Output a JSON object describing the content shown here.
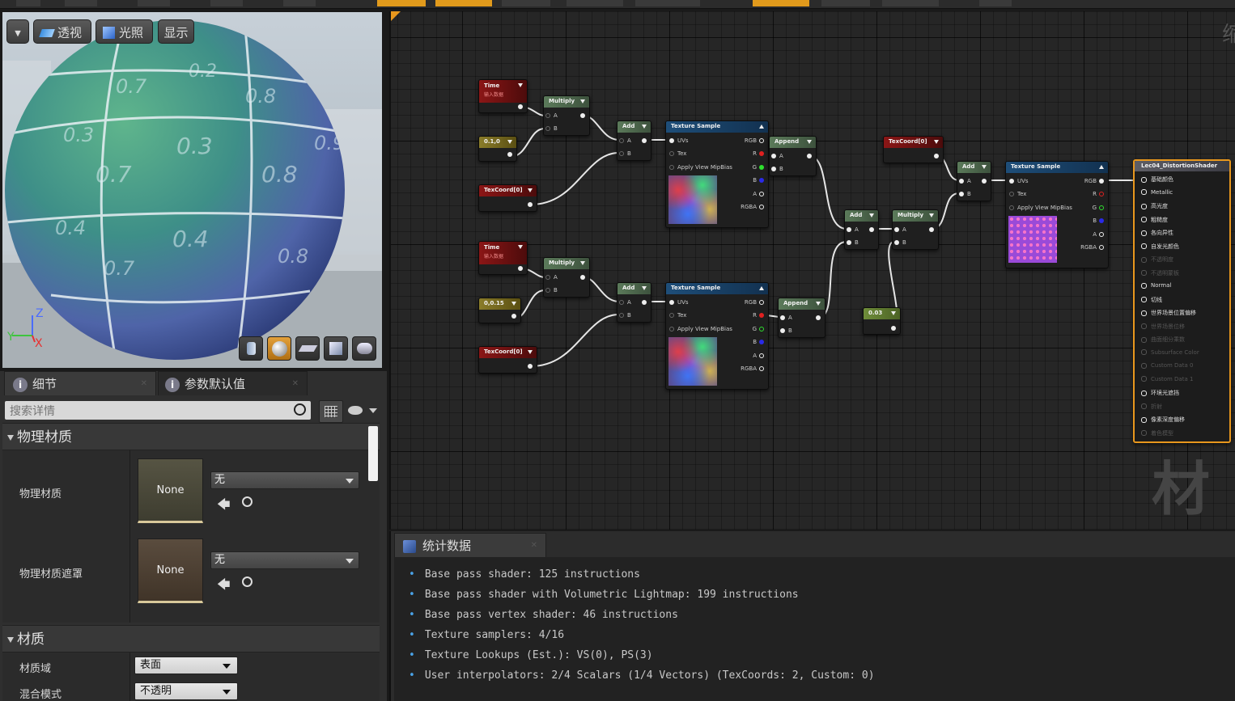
{
  "viewport": {
    "dropdown_label": "▾",
    "perspective_label": "透视",
    "lighting_label": "光照",
    "show_label": "显示",
    "sphere_labels": [
      "0.2",
      "0.7",
      "0.8",
      "0.3",
      "0.3",
      "0.7",
      "0.8",
      "0.4",
      "0.4",
      "0.7",
      "0.8",
      "0.9"
    ],
    "axis_z": "Z",
    "axis_y": "Y",
    "axis_x": "X"
  },
  "details": {
    "tab_details": "细节",
    "tab_defaults": "参数默认值",
    "search_placeholder": "搜索详情",
    "section_physical": "物理材质",
    "row_physical": "物理材质",
    "row_physical_mask": "物理材质遮罩",
    "thumb_none": "None",
    "combo_none": "无",
    "section_material": "材质",
    "row_domain": "材质域",
    "row_blend": "混合模式",
    "domain_value": "表面",
    "blend_value": "不透明"
  },
  "graph": {
    "watermark_top": "缩",
    "watermark_bottom": "材质",
    "nodes": {
      "time1": {
        "title": "Time",
        "sub": "输入数据"
      },
      "time2": {
        "title": "Time",
        "sub": "输入数据"
      },
      "const1": "0.1,0",
      "const2": "0,0.15",
      "const3": "0.03",
      "texcoord": "TexCoord[0]",
      "multiply": "Multiply",
      "add": "Add",
      "append": "Append",
      "texture_sample": "Texture Sample",
      "pin_a": "A",
      "pin_b": "B",
      "pin_uvs": "UVs",
      "pin_tex": "Tex",
      "pin_mip": "Apply View MipBias",
      "out_rgb": "RGB",
      "out_r": "R",
      "out_g": "G",
      "out_b": "B",
      "out_a": "A",
      "out_rgba": "RGBA"
    },
    "main_node": {
      "title": "Lec04_DistortionShader",
      "pins": [
        {
          "label": "基础颜色",
          "active": true
        },
        {
          "label": "Metallic",
          "active": true
        },
        {
          "label": "高光度",
          "active": true
        },
        {
          "label": "粗糙度",
          "active": true
        },
        {
          "label": "各向异性",
          "active": true
        },
        {
          "label": "自发光颜色",
          "active": true
        },
        {
          "label": "不透明度",
          "active": false
        },
        {
          "label": "不透明蒙板",
          "active": false
        },
        {
          "label": "Normal",
          "active": true
        },
        {
          "label": "切线",
          "active": true
        },
        {
          "label": "世界场景位置偏移",
          "active": true
        },
        {
          "label": "世界场景位移",
          "active": false
        },
        {
          "label": "曲面细分乘数",
          "active": false
        },
        {
          "label": "Subsurface Color",
          "active": false
        },
        {
          "label": "Custom Data 0",
          "active": false
        },
        {
          "label": "Custom Data 1",
          "active": false
        },
        {
          "label": "环境光遮挡",
          "active": true
        },
        {
          "label": "折射",
          "active": false
        },
        {
          "label": "像素深度偏移",
          "active": true
        },
        {
          "label": "着色模型",
          "active": false
        }
      ]
    }
  },
  "stats": {
    "tab_label": "统计数据",
    "lines": [
      "Base pass shader: 125 instructions",
      "Base pass shader with Volumetric Lightmap: 199 instructions",
      "Base pass vertex shader: 46 instructions",
      "Texture samplers: 4/16",
      "Texture Lookups (Est.): VS(0), PS(3)",
      "User interpolators: 2/4 Scalars (1/4 Vectors) (TexCoords: 2, Custom: 0)"
    ]
  },
  "colors": {
    "accent": "#e8971d",
    "stat_bullet": "#4aa3e8"
  }
}
